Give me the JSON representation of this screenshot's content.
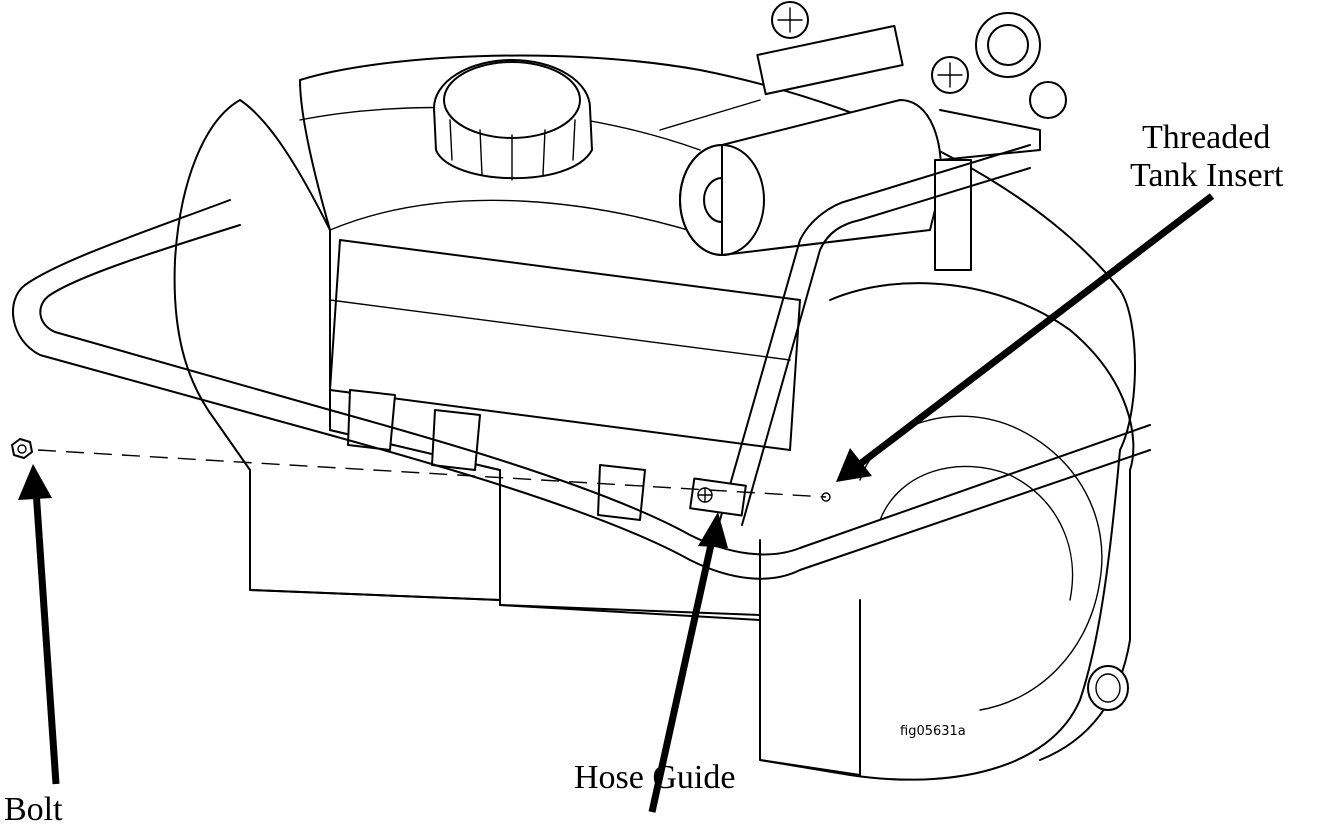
{
  "labels": {
    "threaded_insert_line1": "Threaded",
    "threaded_insert_line2": "Tank Insert",
    "hose_guide": "Hose Guide",
    "bolt": "Bolt"
  },
  "figure_id": "fig05631a"
}
